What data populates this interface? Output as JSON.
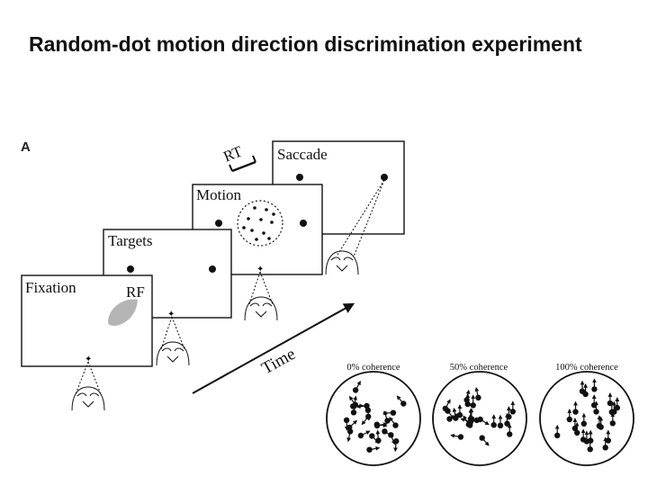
{
  "slide": {
    "title": "Random-dot motion direction discrimination experiment"
  },
  "panel_label": "A",
  "frames": {
    "fixation": "Fixation",
    "targets": "Targets",
    "motion": "Motion",
    "saccade": "Saccade"
  },
  "labels": {
    "rf": "RF",
    "rt": "RT",
    "time": "Time"
  },
  "coherence": [
    {
      "label": "0% coherence"
    },
    {
      "label": "50% coherence"
    },
    {
      "label": "100% coherence"
    }
  ]
}
